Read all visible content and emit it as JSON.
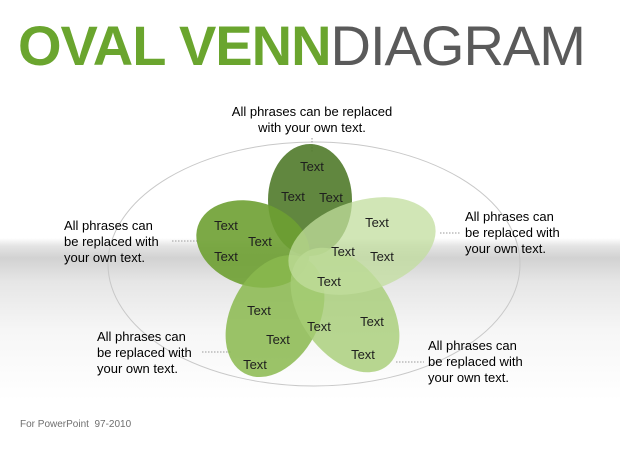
{
  "title": {
    "accent": "OVAL VENN",
    "rest": "DIAGRAM"
  },
  "callouts": {
    "top": "All phrases can be replaced\nwith your own text.",
    "left": "All phrases can\nbe replaced with\nyour own text.",
    "right": "All phrases can\nbe replaced with\nyour own text.",
    "bottom_left": "All phrases can\nbe replaced with\nyour own text.",
    "bottom_right": "All phrases can\nbe replaced with\nyour own text."
  },
  "petal_text": {
    "t1": "Text",
    "t2": "Text",
    "t3": "Text",
    "t4": "Text",
    "t5": "Text",
    "t6": "Text",
    "t7": "Text",
    "t8": "Text",
    "t9": "Text",
    "t10": "Text",
    "t11": "Text",
    "t12": "Text",
    "t13": "Text",
    "t14": "Text",
    "t15": "Text",
    "t16": "Text"
  },
  "footer": "For PowerPoint  97-2010",
  "colors": {
    "petal_top": "#507a2a",
    "petal_left": "#6ea032",
    "petal_bottom_left": "#8ab84e",
    "petal_bottom_right": "#a6cd76",
    "petal_right": "#c2dd9e",
    "title_accent": "#6aa52e",
    "title_rest": "#5a5a5a"
  }
}
